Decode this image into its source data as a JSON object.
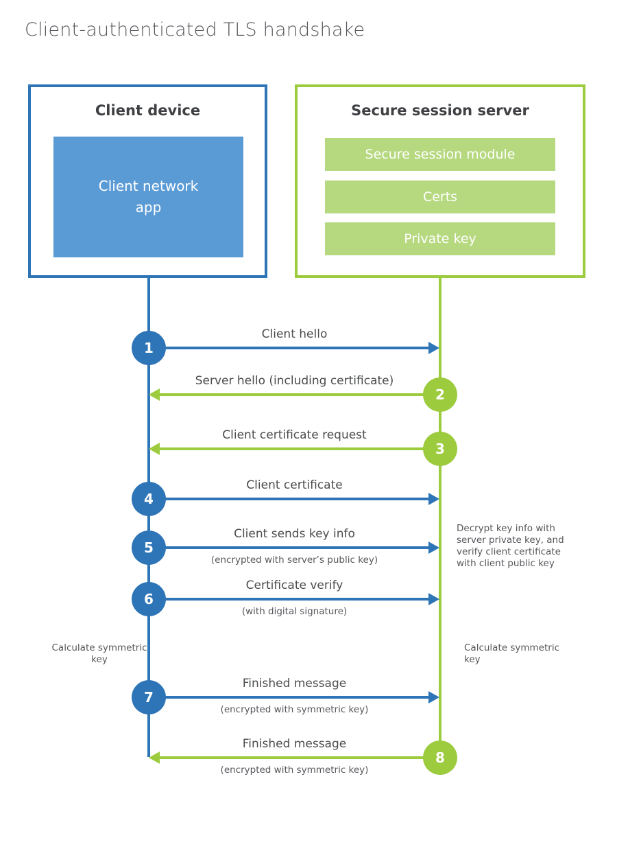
{
  "title": "Client-authenticated TLS handshake",
  "colors": {
    "blue": "#2E75B7",
    "blue_fill": "#5B9BD5",
    "green": "#9CCB3E",
    "green_fill": "#B6D87F"
  },
  "client": {
    "title": "Client device",
    "module": "Client network app"
  },
  "server": {
    "title": "Secure session server",
    "modules": [
      "Secure session module",
      "Certs",
      "Private key"
    ]
  },
  "steps": [
    {
      "num": "1",
      "direction": "client-to-server",
      "label": "Client hello",
      "sub": ""
    },
    {
      "num": "2",
      "direction": "server-to-client",
      "label": "Server hello (including certificate)",
      "sub": ""
    },
    {
      "num": "3",
      "direction": "server-to-client",
      "label": "Client certificate request",
      "sub": ""
    },
    {
      "num": "4",
      "direction": "client-to-server",
      "label": "Client certificate",
      "sub": ""
    },
    {
      "num": "5",
      "direction": "client-to-server",
      "label": "Client sends key info",
      "sub": "(encrypted with server’s public key)"
    },
    {
      "num": "6",
      "direction": "client-to-server",
      "label": "Certificate verify",
      "sub": "(with digital signature)"
    },
    {
      "num": "7",
      "direction": "client-to-server",
      "label": "Finished message",
      "sub": "(encrypted with symmetric key)"
    },
    {
      "num": "8",
      "direction": "server-to-client",
      "label": "Finished message",
      "sub": "(encrypted with symmetric key)"
    }
  ],
  "annotations": {
    "decrypt_note": "Decrypt key info with server private key, and verify client certificate with client public key",
    "calculate_left": "Calculate symmetric key",
    "calculate_right": "Calculate symmetric key"
  }
}
